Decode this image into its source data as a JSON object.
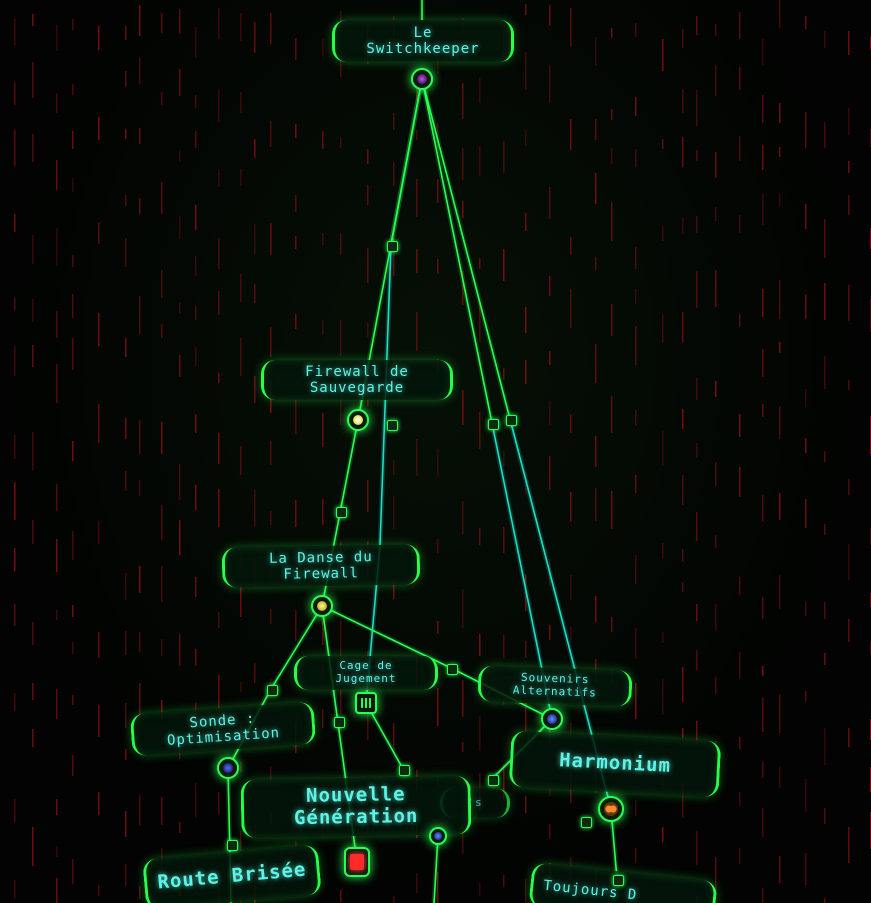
{
  "skill_tree": {
    "nodes": [
      {
        "id": "switchkeeper",
        "label": "Le\nSwitchkeeper",
        "icon": "masked-face-icon",
        "state": "unlocked"
      },
      {
        "id": "firewall-sauvegarde",
        "label": "Firewall de\nSauvegarde",
        "icon": "glowing-orb-icon",
        "state": "unlocked"
      },
      {
        "id": "danse-firewall",
        "label": "La Danse du\nFirewall",
        "icon": "glowing-orb-icon",
        "state": "unlocked"
      },
      {
        "id": "cage-jugement",
        "label": "Cage de\nJugement",
        "icon": "cage-icon",
        "state": "available"
      },
      {
        "id": "souvenirs-alternatifs",
        "label": "Souvenirs\nAlternatifs",
        "icon": "blue-orb-icon",
        "state": "available"
      },
      {
        "id": "sonde-optimisation",
        "label": "Sonde :\nOptimisation",
        "icon": "probe-icon",
        "state": "available"
      },
      {
        "id": "harmonium",
        "label": "Harmonium",
        "icon": "twin-flame-icon",
        "state": "available"
      },
      {
        "id": "nouvelle-generation",
        "label": "Nouvelle\nGénération",
        "icon": "red-cube-icon",
        "state": "available"
      },
      {
        "id": "hidden-behind",
        "label": "'s",
        "icon": "blue-orb-icon",
        "state": "locked"
      },
      {
        "id": "route-brisee",
        "label": "Route Brisée",
        "icon": "",
        "state": "locked"
      },
      {
        "id": "toujours",
        "label": "Toujours D",
        "icon": "",
        "state": "locked"
      }
    ],
    "colors": {
      "link": "#2bff55",
      "link_alt": "#19e0c8",
      "label_text": "#5ff2e6",
      "rain": "#8a1010",
      "background": "#020302"
    }
  }
}
